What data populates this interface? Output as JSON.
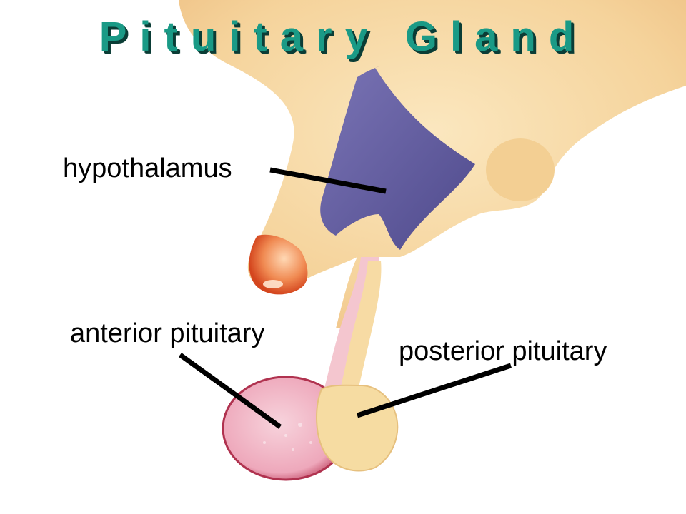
{
  "title": "Pituitary Gland",
  "labels": {
    "hypothalamus": "hypothalamus",
    "anterior": "anterior pituitary",
    "posterior": "posterior pituitary"
  },
  "colors": {
    "title_fill": "#1a9a86",
    "title_shadow": "#0b3d36",
    "brain_tissue": "#f7d9a3",
    "hypothalamus_region": "#6a63a6",
    "anterior_lobe": "#f2b6c6",
    "anterior_rim": "#b0324f",
    "posterior_lobe": "#f7e0a8",
    "nose_tip": "#e8622c",
    "leader_lines": "#000000"
  }
}
